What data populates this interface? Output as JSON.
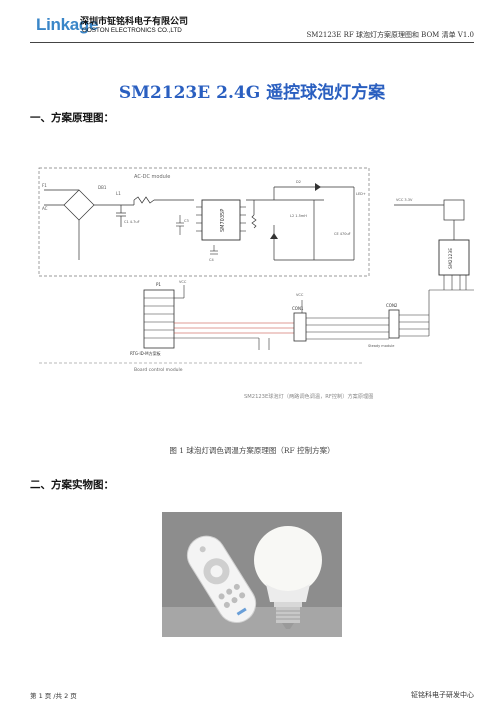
{
  "header": {
    "logo_text": "Linkage",
    "company_cn": "深圳市钲铭科电子有限公司",
    "company_en": "GOSTON ELECTRONICS CO.,LTD",
    "doc_header": "SM2123E RF 球泡灯方案原理图和 BOM 清单 V1.0"
  },
  "title": "SM2123E 2.4G 遥控球泡灯方案",
  "sections": {
    "schematic_heading": "一、方案原理图：",
    "photo_heading": "二、方案实物图："
  },
  "schematic": {
    "ac_module_label": "AC-DC module",
    "board_module_label": "Board control module",
    "chip_label": "SM2123E",
    "connector_con1": "CON1",
    "connector_con2": "CON2",
    "p1_label": "P1",
    "rf_note": "RTG-ID-M方案板",
    "steady_note": "Steady module",
    "vcc_label": "VCC",
    "figure_note": "SM2123E球泡灯（两路调色调温，RF控制）方案原理图"
  },
  "caption": "图 1 球泡灯调色调温方案原理图（RF 控制方案）",
  "footer": {
    "page": "第 1 页 /共 2 页",
    "center": "钲铭科电子研发中心"
  },
  "colors": {
    "title_blue": "#2a5fc0",
    "logo_blue": "#3a86c8",
    "wire_red": "#c0392b",
    "wire_dark": "#333333"
  }
}
